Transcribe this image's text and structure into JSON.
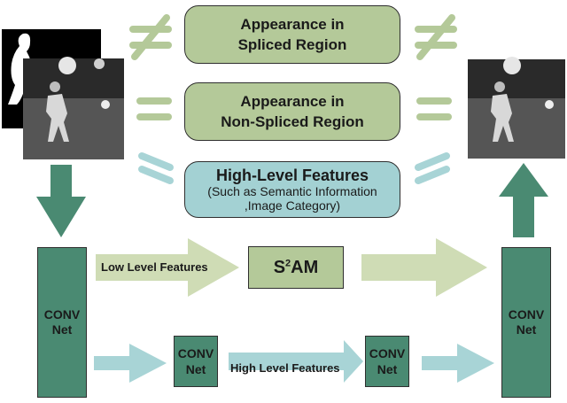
{
  "boxes": {
    "spliced": "Appearance in Spliced Region",
    "spliced_line1": "Appearance in",
    "spliced_line2": "Spliced Region",
    "nonspliced_line1": "Appearance in",
    "nonspliced_line2": "Non-Spliced Region",
    "highlevel_title": "High-Level Features",
    "highlevel_sub1": "(Such as Semantic Information",
    "highlevel_sub2": ",Image Category)",
    "sam_main": "S",
    "sam_sup": "2",
    "sam_tail": "AM"
  },
  "conv": {
    "line1": "CONV",
    "line2": "Net"
  },
  "arrows": {
    "low_level": "Low Level Features",
    "high_level": "High Level Features"
  },
  "symbols": {
    "not_equal": "≠",
    "equal": "=",
    "approx": "≈"
  },
  "colors": {
    "light_green": "#b4c999",
    "teal": "#a3d1d3",
    "dark_green": "#4a8a72",
    "arrow_green_light": "#cfdcb5",
    "arrow_teal": "#a8d4d6"
  }
}
